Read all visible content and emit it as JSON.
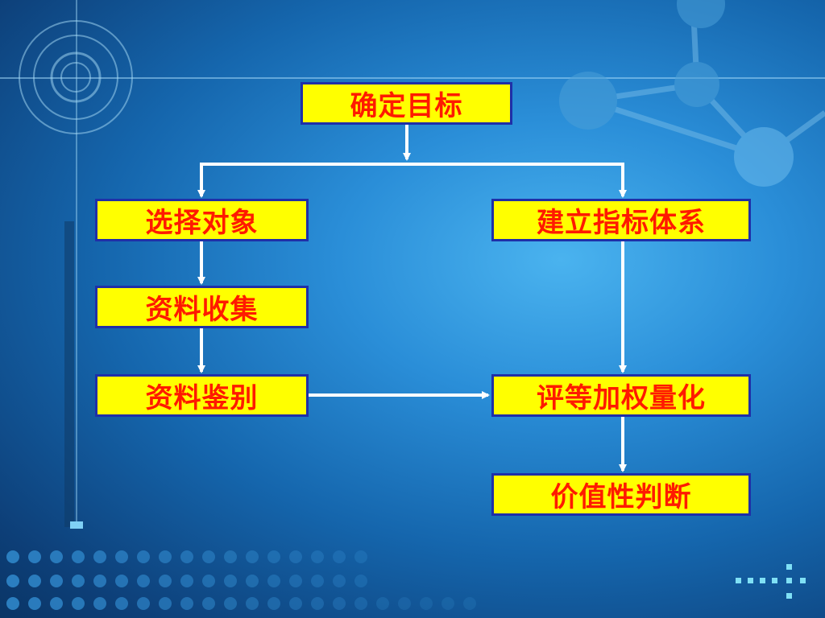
{
  "diagram": {
    "nodes": {
      "goal": "确定目标",
      "select": "选择对象",
      "collect": "资料收集",
      "identify": "资料鉴别",
      "index": "建立指标体系",
      "weight": "评等加权量化",
      "judge": "价值性判断"
    },
    "edges": [
      [
        "goal",
        "select"
      ],
      [
        "goal",
        "index"
      ],
      [
        "select",
        "collect"
      ],
      [
        "collect",
        "identify"
      ],
      [
        "identify",
        "weight"
      ],
      [
        "index",
        "weight"
      ],
      [
        "weight",
        "judge"
      ]
    ]
  },
  "colors": {
    "box_fill": "#ffff00",
    "box_border": "#1f2fa8",
    "text": "#ff1a00",
    "arrow": "#ffffff"
  }
}
